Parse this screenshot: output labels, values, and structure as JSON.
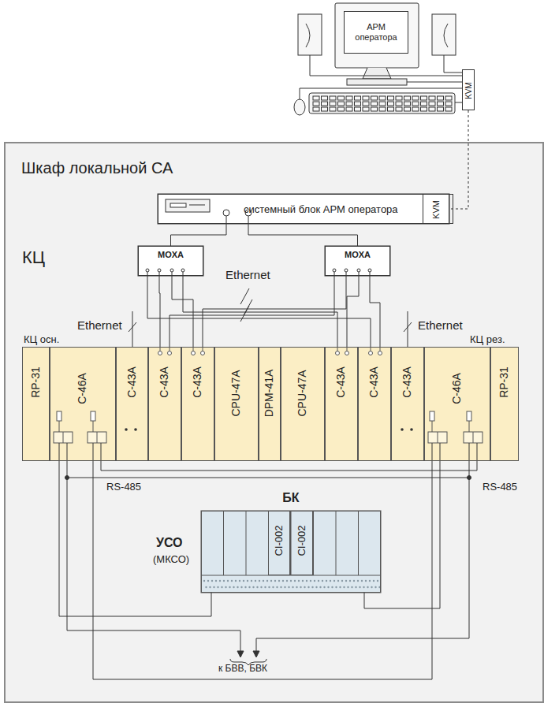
{
  "diagram": {
    "nodes": [
      {
        "text": [
          "АРМ оператора"
        ]
      },
      {
        "text": [
          "KVM"
        ]
      },
      {
        "text": [
          "Шкаф локальной СА"
        ]
      },
      {
        "text": [
          "системный блок АРМ оператора"
        ],
        "in": 2
      },
      {
        "text": [
          "KVM"
        ],
        "in": 3
      },
      {
        "text": [
          "MOXA"
        ],
        "in": 2
      },
      {
        "text": [
          "MOXA"
        ],
        "in": 2
      },
      {
        "text": [
          "RP-31"
        ],
        "in": 2
      },
      {
        "text": [
          "C-46A"
        ],
        "in": 2
      },
      {
        "text": [
          "C-43A"
        ],
        "in": 2
      },
      {
        "text": [
          "C-43A"
        ],
        "in": 2
      },
      {
        "text": [
          "C-43A"
        ],
        "in": 2
      },
      {
        "text": [
          "CPU-47A"
        ],
        "in": 2
      },
      {
        "text": [
          "DPM-41A"
        ],
        "in": 2
      },
      {
        "text": [
          "CPU-47A"
        ],
        "in": 2
      },
      {
        "text": [
          "C-43A"
        ],
        "in": 2
      },
      {
        "text": [
          "C-43A"
        ],
        "in": 2
      },
      {
        "text": [
          "C-43A"
        ],
        "in": 2
      },
      {
        "text": [
          "C-46A"
        ],
        "in": 2
      },
      {
        "text": [
          "RP-31"
        ],
        "in": 2
      },
      {
        "text": [
          "БК"
        ],
        "in": 2
      },
      {
        "text": [
          "CI-002"
        ],
        "in": 20
      },
      {
        "text": [
          "CI-002"
        ],
        "in": 20
      }
    ],
    "edges": [
      {
        "from": 1,
        "to": 4,
        "arrow": "none"
      },
      {
        "from": 3,
        "to": 5,
        "arrow": "none"
      },
      {
        "from": 3,
        "to": 6,
        "arrow": "none"
      },
      {
        "from": 5,
        "to": 10,
        "arrow": "none"
      },
      {
        "from": 5,
        "to": 11,
        "arrow": "none"
      },
      {
        "from": 5,
        "to": 15,
        "arrow": "none"
      },
      {
        "from": 5,
        "to": 16,
        "arrow": "none"
      },
      {
        "from": 6,
        "to": 10,
        "arrow": "none"
      },
      {
        "from": 6,
        "to": 11,
        "arrow": "none"
      },
      {
        "from": 6,
        "to": 15,
        "arrow": "none"
      },
      {
        "from": 6,
        "to": 16,
        "arrow": "none"
      },
      {
        "from": 8,
        "to": 20,
        "arrow": "none"
      },
      {
        "from": 18,
        "to": 20,
        "arrow": "none"
      }
    ],
    "labels": [
      "КЦ",
      "Ethernet",
      "Ethernet",
      "Ethernet",
      "КЦ осн.",
      "КЦ рез.",
      "RS-485",
      "RS-485",
      "УСО",
      "(МКСО)",
      "к БВВ, БВК"
    ]
  }
}
